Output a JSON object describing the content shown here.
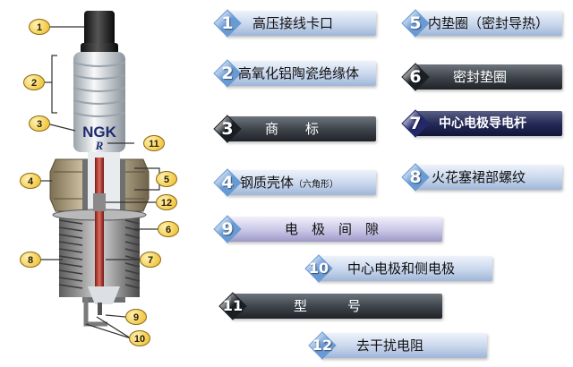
{
  "parts": [
    {
      "number": "1",
      "label": "高压接线卡口"
    },
    {
      "number": "2",
      "label": "高氧化铝陶瓷绝缘体"
    },
    {
      "number": "3",
      "label": "商　　标"
    },
    {
      "number": "4",
      "label": "钢质壳体",
      "note": "（六角形）"
    },
    {
      "number": "5",
      "label": "内垫圈（密封导热）"
    },
    {
      "number": "6",
      "label": "密封垫圈"
    },
    {
      "number": "7",
      "label": "中心电极导电杆"
    },
    {
      "number": "8",
      "label": "火花塞裙部螺纹"
    },
    {
      "number": "9",
      "label": "电　极　间　隙"
    },
    {
      "number": "10",
      "label": "中心电极和侧电极"
    },
    {
      "number": "11",
      "label": "型　　　号"
    },
    {
      "number": "12",
      "label": "去干扰电阻"
    }
  ],
  "plug": {
    "brand": "NGK",
    "brand_mark": "R"
  },
  "callouts": [
    "1",
    "2",
    "3",
    "4",
    "5",
    "6",
    "7",
    "8",
    "9",
    "10",
    "11",
    "12"
  ],
  "colors": {
    "callout_fill": "#f3c94a",
    "callout_stroke": "#8a6a10",
    "diamond_light": "#6a9ad4",
    "diamond_dark": "#1a1f24",
    "diamond_navy": "#23286a"
  }
}
